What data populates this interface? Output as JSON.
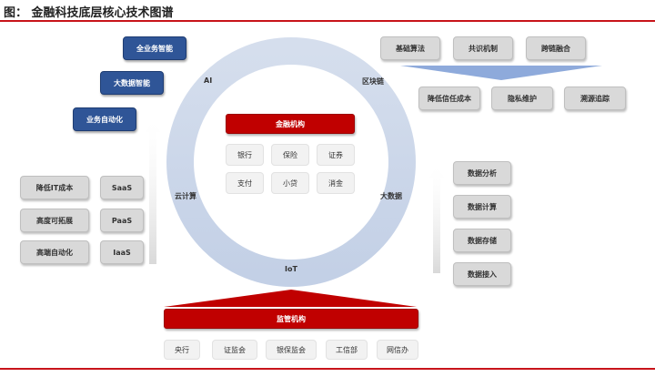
{
  "title": "图：  金融科技底层核心技术图谱",
  "left_top_boxes": [
    "全业务智能",
    "大数据智能",
    "业务自动化"
  ],
  "left_gray_boxes": [
    "降低IT成本",
    "高度可拓展",
    "高端自动化"
  ],
  "left_cloud_boxes": [
    "SaaS",
    "PaaS",
    "IaaS"
  ],
  "ring_labels": {
    "ai": "AI",
    "blockchain": "区块链",
    "cloud": "云计算",
    "bigdata": "大数据",
    "iot": "IoT"
  },
  "center": {
    "header": "金融机构",
    "items": [
      "银行",
      "保险",
      "证券",
      "支付",
      "小贷",
      "消金"
    ]
  },
  "right_top_row1": [
    "基础算法",
    "共识机制",
    "跨链融合"
  ],
  "right_top_row2": [
    "降低信任成本",
    "隐私维护",
    "溯源追踪"
  ],
  "right_data_boxes": [
    "数据分析",
    "数据计算",
    "数据存储",
    "数据接入"
  ],
  "bottom": {
    "header": "监管机构",
    "items": [
      "央行",
      "证监会",
      "银保监会",
      "工信部",
      "网信办"
    ]
  }
}
